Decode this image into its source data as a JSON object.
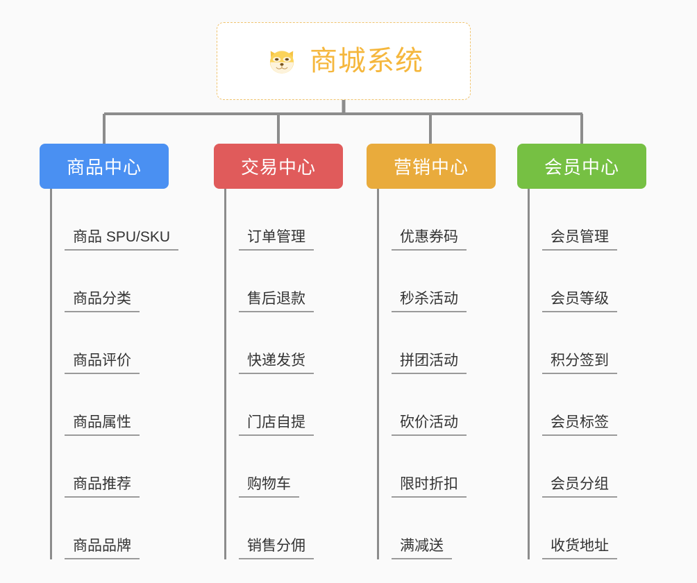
{
  "background_color": "#fafafa",
  "root": {
    "title": "商城系统",
    "icon": "shiba-dog-face-icon",
    "title_color": "#f5b73d",
    "border_color": "#f0c36d",
    "fill_color": "#ffffff"
  },
  "connector_color": "#8c8c8c",
  "columns": [
    {
      "id": "product-center",
      "label": "商品中心",
      "color": "#4a90f2",
      "items": [
        "商品 SPU/SKU",
        "商品分类",
        "商品评价",
        "商品属性",
        "商品推荐",
        "商品品牌"
      ]
    },
    {
      "id": "trade-center",
      "label": "交易中心",
      "color": "#e05b5b",
      "items": [
        "订单管理",
        "售后退款",
        "快递发货",
        "门店自提",
        "购物车",
        "销售分佣"
      ]
    },
    {
      "id": "marketing-center",
      "label": "营销中心",
      "color": "#e9ab3c",
      "items": [
        "优惠券码",
        "秒杀活动",
        "拼团活动",
        "砍价活动",
        "限时折扣",
        "满减送"
      ]
    },
    {
      "id": "member-center",
      "label": "会员中心",
      "color": "#76c043",
      "items": [
        "会员管理",
        "会员等级",
        "积分签到",
        "会员标签",
        "会员分组",
        "收货地址"
      ]
    }
  ]
}
